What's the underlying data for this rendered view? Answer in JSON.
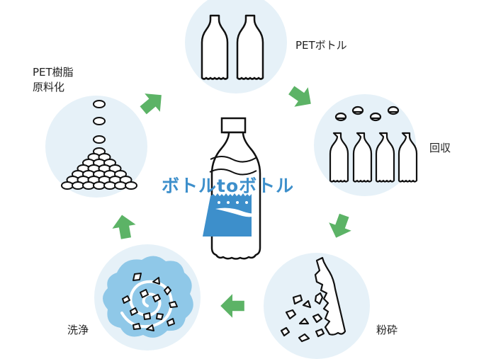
{
  "diagram": {
    "title": "ボトルtoボトル",
    "colors": {
      "circle": "#e6f1f8",
      "arrow": "#5cb366",
      "accent": "#3d8fcb",
      "water": "#8fc8e8",
      "line": "#111111"
    },
    "steps": [
      {
        "id": "pet-bottle",
        "label": "PETボトル",
        "icon": "two-bottles"
      },
      {
        "id": "collection",
        "label": "回収",
        "icon": "bottles-and-caps"
      },
      {
        "id": "crushing",
        "label": "粉砕",
        "icon": "crushed-bottle"
      },
      {
        "id": "washing",
        "label": "洗浄",
        "icon": "washing-flakes"
      },
      {
        "id": "resin",
        "label": "PET樹脂\n原料化",
        "icon": "pellet-pile"
      }
    ],
    "center_icon": "water-bottle"
  }
}
